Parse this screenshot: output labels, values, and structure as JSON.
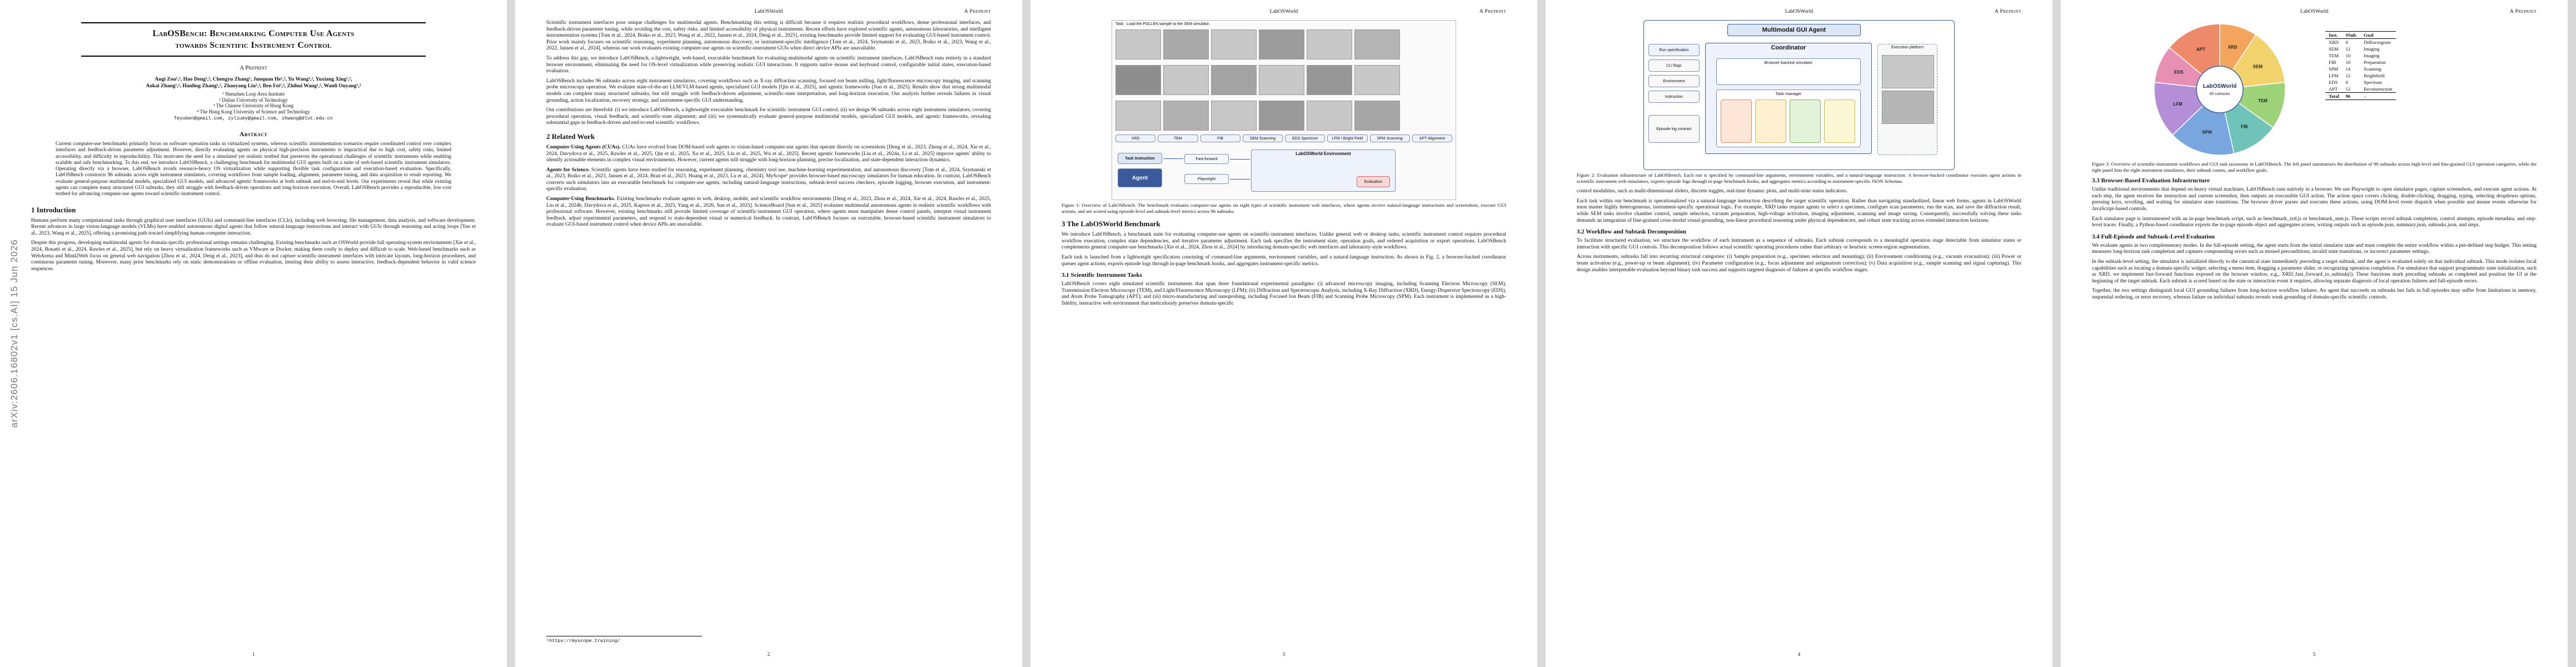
{
  "header": {
    "center": "LabOSWorld",
    "right": "A Preprint"
  },
  "arxiv_id": "arXiv:2606.16802v1 [cs.AI] 15 Jun 2026",
  "title_line1": "LabOSBench: Benchmarking Computer Use Agents",
  "title_line2": "towards Scientific Instrument Control",
  "preprint": "A Preprint",
  "authors_line1": "Angi Zou¹,², Hao Deng¹,³, Chengyu Zhang¹, Junquan He¹,², Yu Wang¹,², Yuxiang Xing¹,²,",
  "authors_line2": "Aokai Zhang¹,², Hanling Zhang¹,², Zhaoyang Liu¹,⁴, Ben Fei¹,³, Zhihui Wang¹,², Wanli Ouyang¹,³",
  "affiliations": [
    "¹ Shenzhen Loop Area Institute",
    "² Dalian University of Technology",
    "³ The Chinese University of Hong Kong",
    "⁴ The Hong Kong University of Science and Technology"
  ],
  "email": "feyuben@gmail.com, zyliumy@gmail.com, zhwang@dlut.edu.cn",
  "abstract_heading": "Abstract",
  "abstract": "Current computer-use benchmarks primarily focus on software operation tasks in virtualized systems, whereas scientific instrumentation scenarios require coordinated control over complex interfaces and feedback-driven parameter adjustment. However, directly evaluating agents on physical high-precision instruments is impractical due to high cost, safety risks, limited accessibility, and difficulty in reproducibility. This motivates the need for a simulated yet realistic testbed that preserves the operational challenges of scientific instruments while enabling scalable and safe benchmarking. To this end, we introduce LabOSBench, a challenging benchmark for multimodal GUI agents built on a suite of web-based scientific instrument simulators. Operating directly via a browser, LabOSBench avoids resource-heavy OS virtualization while supporting flexible task configuration and execution-based evaluation. Specifically, LabOSBench constructs 96 subtasks across eight instrument simulators, covering workflows from sample loading, alignment, parameter tuning, and data acquisition to result reporting. We evaluate general-purpose multimodal models, specialized GUI models, and advanced agentic frameworks at both subtask and end-to-end levels. Our experiments reveal that while existing agents can complete many structured GUI subtasks, they still struggle with feedback-driven operations and long-horizon execution. Overall, LabOSBench provides a reproducible, low-cost testbed for advancing computer-use agents toward scientific-instrument control.",
  "p1": {
    "intro_heading": "1   Introduction",
    "intro_1": "Humans perform many computational tasks through graphical user interfaces (GUIs) and command-line interfaces (CLIs), including web browsing, file management, data analysis, and software development. Recent advances in large vision-language models (VLMs) have enabled autonomous digital agents that follow natural-language instructions and interact with GUIs through reasoning and acting loops [Yao et al., 2023, Wang et al., 2025], offering a promising path toward simplifying human-computer interaction.",
    "intro_2": "Despite this progress, developing multimodal agents for domain-specific professional settings remains challenging. Existing benchmarks such as OSWorld provide full operating-system environments [Xie et al., 2024, Bonatti et al., 2024, Rawles et al., 2025], but rely on heavy virtualization frameworks such as VMware or Docker, making them costly to deploy and difficult to scale. Web-based benchmarks such as WebArena and Mind2Web focus on general web navigation [Zhou et al., 2024, Deng et al., 2023], and thus do not capture scientific-instrument interfaces with intricate layouts, long-horizon procedures, and continuous parameter tuning. Moreover, many prior benchmarks rely on static demonstrations or offline evaluation, limiting their ability to assess interactive, feedback-dependent behavior in valid science sequences."
  },
  "p2": {
    "para_1": "Scientific instrument interfaces pose unique challenges for multimodal agents. Benchmarking this setting is difficult because it requires realistic procedural workflows, dense professional interfaces, and feedback-driven parameter tuning, while avoiding the cost, safety risks, and limited accessibility of physical instruments. Recent efforts have explored scientific agents, autonomous laboratories, and intelligent instrumentation systems [Tom et al., 2024, Boiko et al., 2023, Wang et al., 2022, Jansen et al., 2024, Deng et al., 2025], existing benchmarks provide limited support for evaluating GUI-based instrument control. Prior work mainly focuses on scientific reasoning, experiment planning, autonomous discovery, or instrument-specific intelligence [Tom et al., 2024, Szymanski et al., 2023, Boiko et al., 2023, Wang et al., 2022, Jansen et al., 2024], whereas our work evaluates existing computer-use agents on scientific-instrument GUIs when direct device APIs are unavailable.",
    "para_2": "To address this gap, we introduce LabOSBench, a lightweight, web-based, executable benchmark for evaluating multimodal agents on scientific instrument interfaces. LabOSBench runs entirely in a standard browser environment, eliminating the need for OS-level virtualization while preserving realistic GUI interactions. It supports native mouse and keyboard control, configurable initial states, execution-based evaluation.",
    "para_3": "LabOSBench includes 96 subtasks across eight instrument simulators, covering workflows such as X-ray diffraction scanning, focused ion beam milling, light/fluorescence microscopy imaging, and scanning probe microscopy operation. We evaluate state-of-the-art LLM/VLM-based agents, specialized GUI models [Qin et al., 2025], and agentic frameworks [Jiao et al., 2025]. Results show that strong multimodal models can complete many structured subtasks, but still struggle with feedback-driven adjustment, scientific-state interpretation, and long-horizon execution. Our analysis further reveals failures in visual grounding, action localization, recovery strategy, and instrument-specific GUI understanding.",
    "para_4": "Our contributions are threefold: (i) we introduce LabOSBench, a lightweight executable benchmark for scientific instrument GUI control; (ii) we design 96 subtasks across eight instrument simulators, covering procedural operation, visual feedback, and scientific-state alignment; and (iii) we systematically evaluate general-purpose multimodal models, specialized GUI models, and agentic frameworks, revealing substantial gaps in feedback-driven and end-to-end scientific workflows.",
    "rw_heading": "2   Related Work",
    "rw_1_title": "Computer-Using Agents (CUAs).",
    "rw_1": "CUAs have evolved from DOM-based web agents to vision-based computer-use agents that operate directly on screenshots [Deng et al., 2023, Zheng et al., 2024, Xie et al., 2024, Davydova et al., 2025, Rawles et al., 2025, Qin et al., 2025, Xu et al., 2025, Liu et al., 2025, Wu et al., 2025]. Recent agentic frameworks [Liu et al., 2024a, Li et al., 2025] improve agents' ability to identify actionable elements in complex visual environments. However, current agents still struggle with long-horizon planning, precise localization, and state-dependent interaction dynamics.",
    "rw_2_title": "Agents for Science.",
    "rw_2": "Scientific agents have been studied for reasoning, experiment planning, chemistry tool use, machine-learning experimentation, and autonomous discovery [Tom et al., 2024, Szymanski et al., 2023, Boiko et al., 2023, Jansen et al., 2024, Bran et al., 2023, Huang et al., 2023, Lu et al., 2024]. MyScope¹ provides browser-based microscopy simulators for human education. In contrast, LabOSBench converts such simulators into an executable benchmark for computer-use agents, including natural-language instructions, subtask-level success checkers, episode logging, browser execution, and instrument-specific evaluation.",
    "rw_3_title": "Computer-Using Benchmarks.",
    "rw_3": "Existing benchmarks evaluate agents in web, desktop, mobile, and scientific workflow environments [Deng et al., 2023, Zhou et al., 2024, Xie et al., 2024, Rawles et al., 2025, Liu et al., 2024b, Davydova et al., 2025, Kapoor et al., 2025, Yang et al., 2026, Sun et al., 2025]. ScienceBoard [Sun et al., 2025] evaluates multimodal autonomous agents in realistic scientific workflows with professional software. However, existing benchmarks still provide limited coverage of scientific-instrument GUI operation, where agents must manipulate dense control panels, interpret visual instrument feedback, adjust experimental parameters, and respond to state-dependent visual or numerical feedback. In contrast, LabOSBench focuses on executable, browser-based scientific instrument simulators to evaluate GUI-based instrument control when device APIs are unavailable.",
    "footnote": "¹https://myscope.training/"
  },
  "p3": {
    "fig_title": "Task : Load the POLLEN sample to the SEM simulator.",
    "fig_labels": [
      "XRD",
      "TEM",
      "FIB",
      "SEM Scanning",
      "EDS Spectrum",
      "LFM / Bright Field",
      "SPM Scanning",
      "APT Alignment"
    ],
    "task_label": "Task Instruction",
    "agent_label": "Agent",
    "env_label": "LabOSWorld Environment",
    "fast_forward": "Fast-forward",
    "playwright": "Playwright",
    "evaluation": "Evaluation",
    "caption": "Figure 1: Overview of LabOSBench. The benchmark evaluates computer-use agents on eight types of scientific instrument web interfaces, where agents receive natural-language instructions and screenshots, execute GUI actions, and are scored using episode-level and subtask-level metrics across 96 subtasks.",
    "sec_heading": "3   The LabOSWorld Benchmark",
    "sec_text": "We introduce LabOSBench, a benchmark suite for evaluating computer-use agents on scientific-instrument interfaces. Unlike general web or desktop tasks, scientific instrument control requires procedural workflow execution, complex state dependencies, and iterative parameter adjustment. Each task specifies the instrument state, operation goals, and ordered acquisition or export operations. LabOSBench complements general computer-use benchmarks [Xie et al., 2024, Zhou et al., 2024] by introducing domain-specific web interfaces and laboratory-style workflows.",
    "sec_text_2": "Each task is launched from a lightweight specification consisting of command-line arguments, environment variables, and a natural-language instruction. As shown in Fig. 2, a browser-backed coordinator queues agent actions, exports episode logs through in-page benchmark hooks, and aggregates instrument-specific metrics.",
    "sub_heading": "3.1   Scientific Instrument Tasks",
    "sub_text": "LabOSBench covers eight simulated scientific instruments that span three foundational experimental paradigms: (i) advanced microscopy imaging, including Scanning Electron Microscopy (SEM), Transmission Electron Microscopy (TEM), and Light/Fluorescence Microscopy (LFM); (ii) Diffraction and Spectroscopic Analysis, including X-Ray Diffraction (XRD), Energy-Dispersive Spectroscopy (EDS), and Atom Probe Tomography (APT); and (iii) micro-manufacturing and nanoprobing, including Focused Ion Beam (FIB) and Scanning Probe Microscopy (SPM). Each instrument is implemented as a high-fidelity, interactive web environment that meticulously preserves domain-specific"
  },
  "p4": {
    "fig_title": "Multimodal GUI Agent",
    "coordinator": "Coordinator",
    "browser_sim": "Browser-backed simulator",
    "task_manager": "Task manager",
    "left_boxes": [
      "Run specification",
      "CLI flags",
      "Environment",
      "Instruction"
    ],
    "episode_log": "Episode log contract",
    "exec_platform": "Execution platform",
    "caption": "Figure 2: Evaluation infrastructure of LabOSBench. Each run is specified by command-line arguments, environment variables, and a natural-language instruction. A browser-backed coordinator executes agent actions in scientific instrument web-simulators, exports episode logs through in-page benchmark hooks, and aggregates metrics according to instrument-specific JSON Schemas.",
    "text_1": "control modalities, such as multi-dimensional sliders, discrete toggles, real-time dynamic plots, and multi-state status indicators.",
    "text_2": "Each task within our benchmark is operationalized via a natural-language instruction describing the target scientific operation. Rather than navigating standardized, linear web forms, agents in LabOSWorld must master highly heterogeneous, instrument-specific operational logic. For example, XRD tasks require agents to select a specimen, configure scan parameters, run the scan, and save the diffraction result, while SEM tasks involve chamber control, sample selection, vacuum preparation, high-voltage activation, imaging adjustment, scanning and image saving. Consequently, successfully solving these tasks demands an integration of fine-grained cross-modal visual-grounding, non-linear procedural reasoning under physical dependencies, and robust state tracking across extended interaction horizons.",
    "sub_heading": "3.2   Workflow and Subtask Decomposition",
    "sub_text": "To facilitate structured evaluation, we structure the workflow of each instrument as a sequence of subtasks. Each subtask corresponds to a meaningful operation stage detectable from simulator states or interaction with specific GUI controls. This decomposition follows actual scientific operating procedures rather than arbitrary or heuristic screen-region segmentations.",
    "sub_text_2": "Across instruments, subtasks fall into recurring structural categories: (i) Sample preparation (e.g., specimen selection and mounting); (ii) Environment conditioning (e.g., vacuum evacuation); (iii) Power or beam activation (e.g., power-up or beam alignment); (iv) Parameter configuration (e.g., focus adjustment and astigmatism correction); (v) Data acquisition (e.g., sample scanning and signal capturing). This design enables interpretable evaluation beyond binary task success and supports targeted diagnosis of failures at specific workflow stages."
  },
  "p5": {
    "wheel_center": "LabOSWorld",
    "wheel_sub": "96 subtasks",
    "table_headers": [
      "Inst.",
      "#Sub.",
      "Goal"
    ],
    "table_rows": [
      [
        "XRD",
        "8",
        "Diffractogram"
      ],
      [
        "SEM",
        "12",
        "Imaging"
      ],
      [
        "TEM",
        "10",
        "Imaging"
      ],
      [
        "FIB",
        "10",
        "Preparation"
      ],
      [
        "SPM",
        "14",
        "Scanning"
      ],
      [
        "LFM",
        "12",
        "Brightfield"
      ],
      [
        "EDS",
        "8",
        "Spectrum"
      ],
      [
        "APT",
        "12",
        "Reconstruction"
      ]
    ],
    "table_total": [
      "Total",
      "96",
      "–"
    ],
    "caption": "Figure 3: Overview of scientific-instrument workflows and GUI task taxonomy in LabOSBench. The left panel summarizes the distribution of 96 subtasks across high-level and fine-grained GUI operation categories, while the right panel lists the eight instrument simulators, their subtask counts, and workflow goals.",
    "sub1_heading": "3.3   Browser-Based Evaluation Infrastructure",
    "sub1_text": "Unlike traditional environments that depend on heavy virtual machines, LabOSBench runs natively in a browser. We use Playwright to open simulator pages, capture screenshots, and execute agent actions. At each step, the agent receives the instruction and current screenshot, then outputs an executable GUI action. The action space covers clicking, double-clicking, dragging, typing, selecting dropdown options, pressing keys, scrolling, and waiting for simulator state transitions. The browser driver parses and executes these actions, using DOM-level event dispatch when possible and mouse events otherwise for JavaScript-based controls.",
    "sub1_text_2": "Each simulator page is instrumented with an in-page benchmark script, such as benchmark_xrd.js or benchmark_sem.js. These scripts record subtask completion, control attempts, episode metadata, and step-level traces. Finally, a Python-based coordinator exports the in-page episode object and aggregates scores, writing outputs such as episode.json, summary.json, subtasks.json, and steps.",
    "sub2_heading": "3.4   Full-Episode and Subtask-Level Evaluation",
    "sub2_text": "We evaluate agents in two complementary modes. In the full-episode setting, the agent starts from the initial simulator state and must complete the entire workflow within a pre-defined step budget. This setting measures long-horizon task completion and captures compounding errors such as missed preconditions, invalid state transitions, or incorrect parameter settings.",
    "sub2_text_2": "In the subtask-level setting, the simulator is initialized directly to the canonical state immediately preceding a target subtask, and the agent is evaluated solely on that individual subtask. This mode isolates local capabilities such as locating a domain-specific widget, selecting a menu item, dragging a parameter slider, or recognizing operation completion. For simulators that support programmatic state initialization, such as XRD, we implement fast-forward functions exposed on the browser window, e.g., XRD_fast_forward_to_subtask(i). These functions mark preceding subtasks as completed and position the UI at the beginning of the target subtask. Each subtask is scored based on the state or interaction event it requires, allowing separate diagnosis of local operation failures and full-episode errors.",
    "sub2_text_3": "Together, the two settings distinguish local GUI grounding failures from long-horizon workflow failures. An agent that succeeds on subtasks but fails in full episodes may suffer from limitations in memory, sequential ordering, or error recovery, whereas failure on individual subtasks reveals weak grounding of domain-specific scientific controls."
  },
  "page_numbers": [
    "1",
    "2",
    "3",
    "4",
    "5"
  ],
  "colors": {
    "accent_blue": "#3a5a9c",
    "coord_blue": "#dde6f5",
    "wheel": [
      "#f4a45c",
      "#f2d36b",
      "#9fd37a",
      "#6fc3b8",
      "#7aa6e0",
      "#b48fd8",
      "#e88fb4",
      "#ee8a6a"
    ]
  }
}
